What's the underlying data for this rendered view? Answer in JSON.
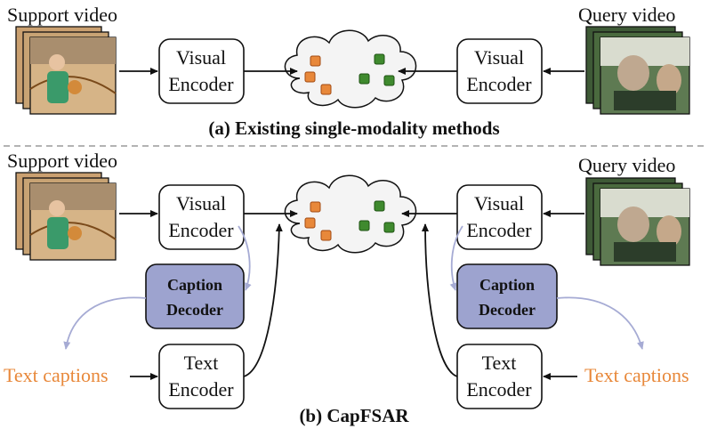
{
  "panel_a": {
    "support_label": "Support video",
    "query_label": "Query video",
    "left_encoder": [
      "Visual",
      "Encoder"
    ],
    "right_encoder": [
      "Visual",
      "Encoder"
    ],
    "caption": "(a) Existing single-modality methods"
  },
  "panel_b": {
    "support_label": "Support video",
    "query_label": "Query video",
    "left_visual_encoder": [
      "Visual",
      "Encoder"
    ],
    "right_visual_encoder": [
      "Visual",
      "Encoder"
    ],
    "left_caption_decoder": [
      "Caption",
      "Decoder"
    ],
    "right_caption_decoder": [
      "Caption",
      "Decoder"
    ],
    "left_text_encoder": [
      "Text",
      "Encoder"
    ],
    "right_text_encoder": [
      "Text",
      "Encoder"
    ],
    "left_text_captions": "Text captions",
    "right_text_captions": "Text captions",
    "caption": "(b) CapFSAR"
  },
  "colors": {
    "support_feature": "#e8883a",
    "query_feature": "#3f8a2e",
    "caption_decoder_fill": "#9da3cf",
    "text_caption": "#e8883a",
    "divider": "#9a9a9a"
  }
}
